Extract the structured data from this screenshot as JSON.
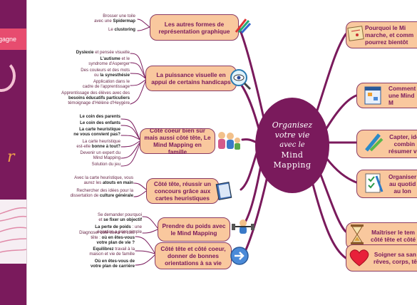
{
  "book": {
    "tag": "engagne"
  },
  "center": {
    "line1": "Organisez",
    "line2": "votre vie",
    "line3": "avec le",
    "line4": "Mind",
    "line5": "Mapping"
  },
  "left_branches": [
    {
      "title": "Les autres formes de représentation graphique",
      "icon": "pencils-icon",
      "subs": [
        {
          "t1": "Brosser une toile",
          "t2": "avec une ",
          "b": "Spidermap"
        },
        {
          "t1": "Le ",
          "b": "clustoring"
        }
      ]
    },
    {
      "title": "La puissance visuelle en appui de certains handicaps",
      "icon": "eye-magnifier-icon",
      "subs": [
        {
          "b": "Dyslexie",
          "t1": " et pensée visuelle"
        },
        {
          "b": "L'autisme",
          "t1": " et le",
          "t2": "syndrome d'Asperger"
        },
        {
          "t1": "Des couleurs et des mots",
          "t2": "ou ",
          "b": "la synesthésie"
        },
        {
          "t1": "Application dans le",
          "t2": "cadre de l'apprentissage"
        },
        {
          "t1": "Apprentissage des élèves avec des",
          "b": "besoins éducatifs particuliers",
          "t2": "témoignage d'Hélène d'Heygère"
        }
      ]
    },
    {
      "title": "Côté coeur bien sûr mais aussi côté tête, Le Mind Mapping en famille",
      "icon": "family-icon",
      "subs": [
        {
          "b": "Le coin des parents"
        },
        {
          "b": "Le coin des enfants"
        },
        {
          "b": "La carte heuristique",
          "b2": "ne vous convient pas?"
        },
        {
          "t1": "La carte heuristique",
          "t2": "est-elle ",
          "b": "bonne à tout?"
        },
        {
          "t1": "Devenir un expert du",
          "t2": "Mind Mapping"
        },
        {
          "t1": "Solution du jeu"
        }
      ]
    },
    {
      "title": "Côté tête, réussir un concours grâce aux cartes heuristiques",
      "icon": "notebook-icon",
      "subs": [
        {
          "t1": "Avec la carte heuristique, vous",
          "t2": "aurez les ",
          "b": "atouts en main"
        },
        {
          "t1": "Rechercher des idées pour la",
          "t2": "dissertation de ",
          "b": "culture générale"
        }
      ]
    },
    {
      "title": "Prendre du poids avec le Mind Mapping",
      "icon": "weights-icon",
      "subs": [
        {
          "t1": "Se demander pourquoi",
          "t2": "et ",
          "b": "se fixer un objectif"
        },
        {
          "b": "La perte de poids",
          "t1": " : une",
          "t2": "équation a priori simple"
        }
      ]
    },
    {
      "title": "Côté tête et côté coeur, donner de bonnes orientations à sa vie",
      "icon": "arrow-button-icon",
      "subs": [
        {
          "t1": "Diagnoser côté coeur et côté",
          "t2": "tête : ",
          "b": "où en êtes-vous",
          "b2": "votre plan de vie ?"
        },
        {
          "b": "Equilibrez",
          "t1": " travail à la",
          "t2": "maison et vie de famille"
        },
        {
          "b": "Où en êtes-vous de",
          "b2": "votre plan de carrière"
        }
      ]
    }
  ],
  "right_branches": [
    {
      "title1": "Pourquoi le Mi",
      "title2": "marche, et comm",
      "title3": "pourrez bientôt",
      "icon": "map-icon"
    },
    {
      "title1": "Comment",
      "title2": "une Mind M",
      "title3": "",
      "icon": "window-icon"
    },
    {
      "title1": "Capter, idé",
      "title2": "combin",
      "title3": "résumer vo",
      "icon": "pen-icon"
    },
    {
      "title1": "Organiser",
      "title2": "au quotid",
      "title3": "au lon",
      "icon": "checklist-icon"
    },
    {
      "title1": "Maîtriser le tem",
      "title2": "côté tête et côté",
      "title3": "",
      "icon": "hourglass-icon"
    },
    {
      "title1": "Soigner sa san",
      "title2": "rêves, corps, tê",
      "title3": "",
      "icon": "heart-icon"
    }
  ],
  "colors": {
    "branch": "#7a1a5c",
    "box": "#f9c89e",
    "text": "#7a1a5c"
  }
}
